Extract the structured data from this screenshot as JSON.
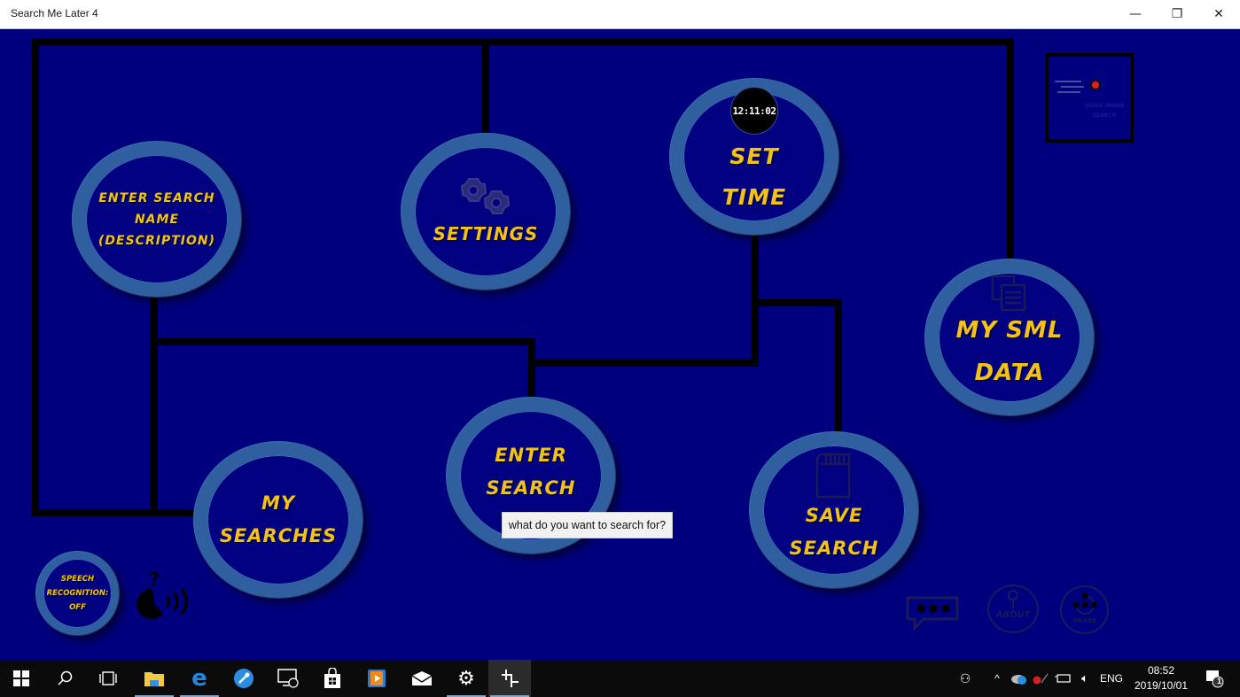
{
  "window": {
    "title": "Search Me Later 4",
    "controls": {
      "minimize": "—",
      "restore": "❐",
      "close": "✕"
    }
  },
  "colors": {
    "background": "#00007F",
    "ring": "#2F5F9F",
    "label": "#F2C21B",
    "line": "#000000"
  },
  "buttons": {
    "enter_search_name": {
      "lines": [
        "ENTER SEARCH",
        "NAME",
        "(DESCRIPTION)"
      ]
    },
    "settings": {
      "label": "SETTINGS",
      "icon": "gears-icon"
    },
    "set_time": {
      "lines": [
        "SET",
        "TIME"
      ],
      "clock": "12:11:02"
    },
    "my_sml_data": {
      "lines": [
        "MY SML",
        "DATA"
      ],
      "icon": "documents-icon"
    },
    "enter_search": {
      "lines": [
        "ENTER",
        "SEARCH"
      ]
    },
    "my_searches": {
      "lines": [
        "MY",
        "SEARCHES"
      ]
    },
    "save_search": {
      "lines": [
        "SAVE",
        "SEARCH"
      ],
      "icon": "sd-card-icon"
    },
    "speech_recognition": {
      "lines": [
        "SPEECH",
        "RECOGNITION:",
        "OFF"
      ]
    },
    "quick_image_search": {
      "lines": [
        "QUICK IMAGE",
        "SEARCH"
      ]
    }
  },
  "tooltip": "what do you want to search for?",
  "bottom_icons": {
    "chat": "chat-bubble-icon",
    "about": "ABOUT",
    "share": "SHARE"
  },
  "taskbar": {
    "items": [
      "start",
      "search",
      "task-view",
      "file-explorer",
      "edge",
      "tool-app",
      "remote-desktop",
      "store",
      "media-player",
      "mail",
      "settings",
      "search-me-later"
    ],
    "tray": {
      "language": "ENG",
      "time": "08:52",
      "date": "2019/10/01",
      "notifications": "1"
    }
  }
}
